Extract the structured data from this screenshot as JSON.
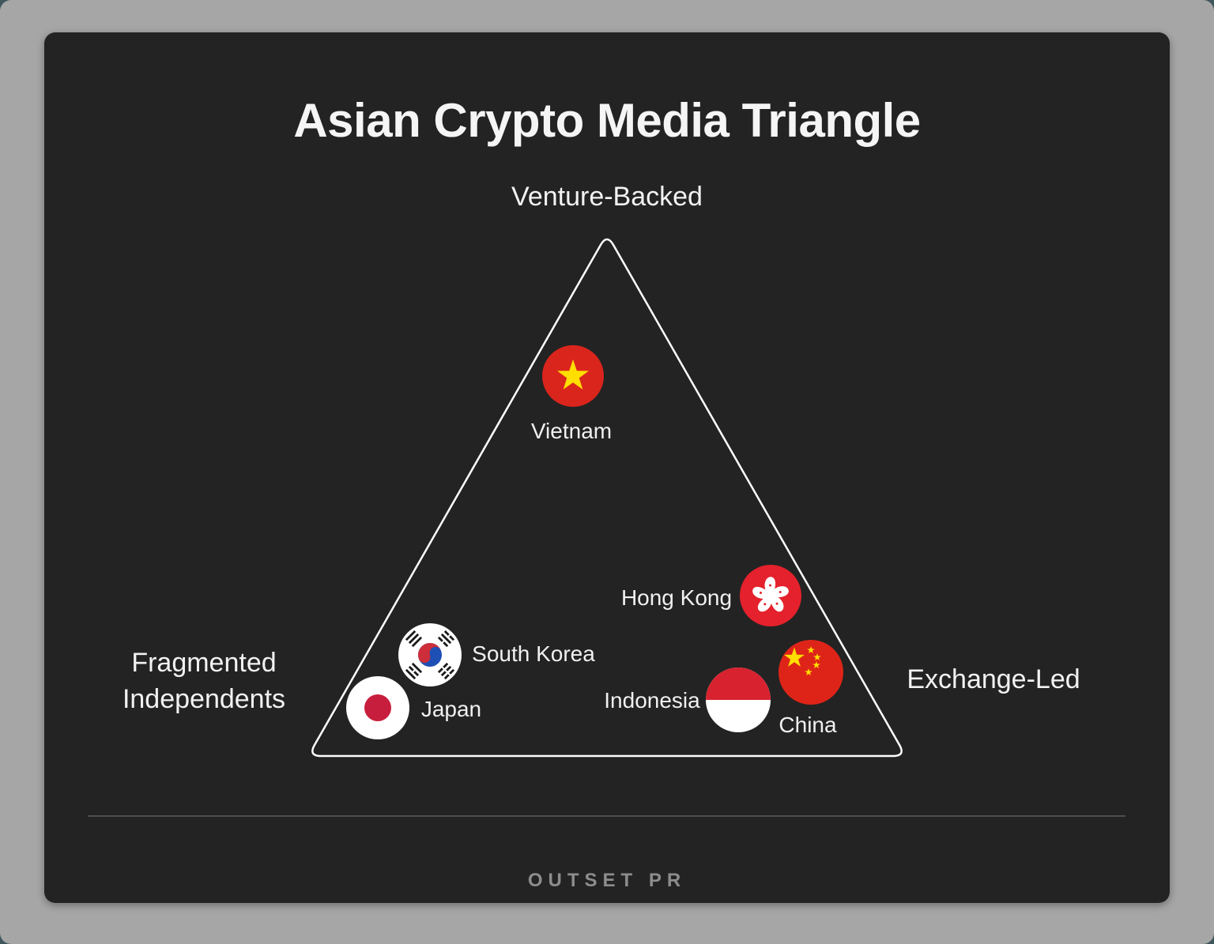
{
  "title": "Asian Crypto Media Triangle",
  "triangle": {
    "top_label": "Venture-Backed",
    "left_label": "Fragmented Independents",
    "right_label": "Exchange-Led",
    "stroke_color": "#ffffff"
  },
  "countries": [
    {
      "name": "Vietnam",
      "flag_icon": "vietnam-flag-icon"
    },
    {
      "name": "Hong Kong",
      "flag_icon": "hong-kong-flag-icon"
    },
    {
      "name": "South Korea",
      "flag_icon": "south-korea-flag-icon"
    },
    {
      "name": "Japan",
      "flag_icon": "japan-flag-icon"
    },
    {
      "name": "Indonesia",
      "flag_icon": "indonesia-flag-icon"
    },
    {
      "name": "China",
      "flag_icon": "china-flag-icon"
    }
  ],
  "footer": {
    "logo": "OUTSET PR"
  },
  "colors": {
    "page_background": "#a6a6a6",
    "corner_background": "#3f565d",
    "card_background": "#232323",
    "text": "#f2f2f2",
    "divider": "#4e4e4e",
    "logo_text": "#8d8d8d",
    "triangle_stroke": "#ffffff",
    "flag_red_vietnam": "#da251d",
    "flag_red_hong_kong": "#e4212c",
    "flag_red_china": "#de2418",
    "flag_red_indonesia": "#d8222f",
    "flag_red_japan": "#c81e3d",
    "taegeuk_red": "#cd2e3a",
    "taegeuk_blue": "#1e4fb4",
    "star_yellow": "#ffde00"
  }
}
